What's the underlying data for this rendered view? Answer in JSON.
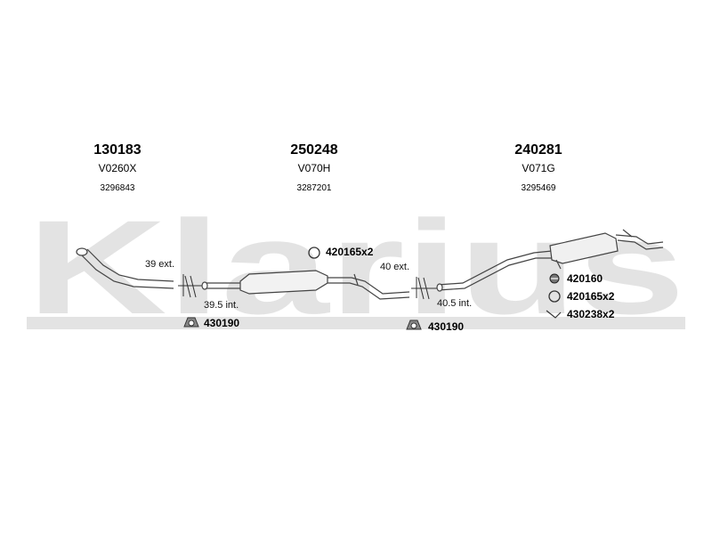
{
  "watermark": "Klarius",
  "colors": {
    "watermark": "#e3e3e3",
    "line": "#222222",
    "part": "#666666"
  },
  "sections": [
    {
      "part_number": "130183",
      "reference": "V0260X",
      "oem": "3296843"
    },
    {
      "part_number": "250248",
      "reference": "V070H",
      "oem": "3287201"
    },
    {
      "part_number": "240281",
      "reference": "V071G",
      "oem": "3295469"
    }
  ],
  "dimensions": {
    "d1_ext": "39 ext.",
    "d1_int": "39.5 int.",
    "d2_ext": "40 ext.",
    "d2_int": "40.5 int."
  },
  "accessories": {
    "mount_left": "430190",
    "mount_center": "430190",
    "ring_center": "420165x2",
    "rubber_right": "420160",
    "ring_right": "420165x2",
    "clamp_right": "430238x2"
  },
  "icons": {
    "mount": "rubber-mount-icon",
    "ring": "seal-ring-icon",
    "rubber": "rubber-hanger-icon",
    "clamp": "clamp-icon"
  }
}
